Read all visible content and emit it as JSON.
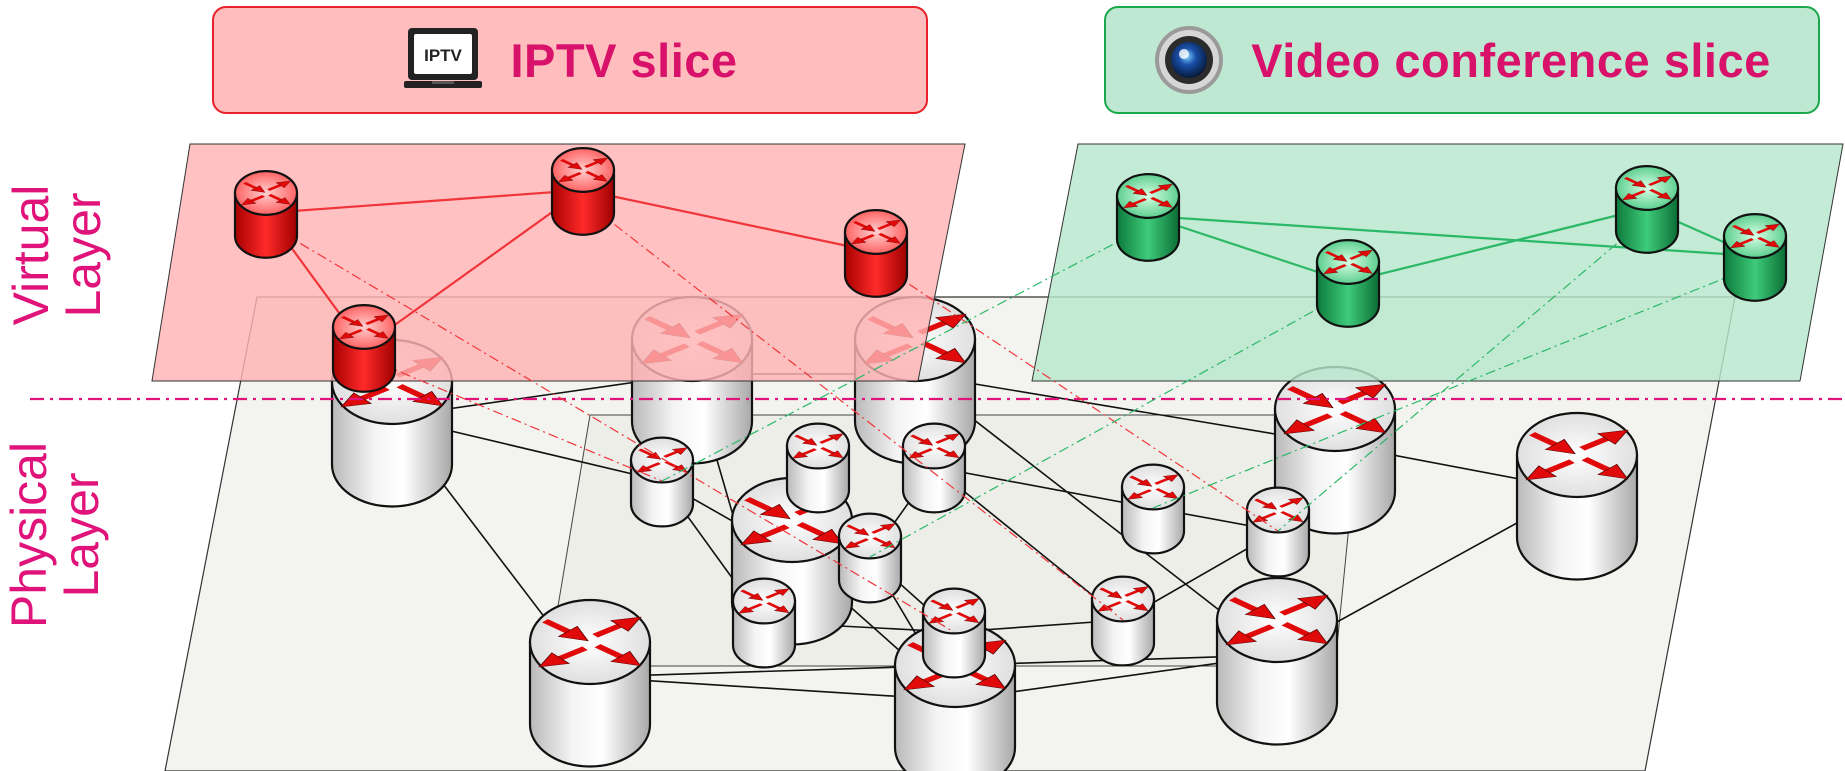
{
  "slices": {
    "iptv": {
      "title": "IPTV slice",
      "icon_text": "IPTV",
      "icon": "iptv-monitor-icon",
      "color": "#e8212a",
      "fill": "#ffbdbd"
    },
    "video": {
      "title": "Video conference slice",
      "icon": "camera-lens-icon",
      "color": "#1aa84b",
      "fill": "#bfe8d2"
    }
  },
  "layers": {
    "virtual": {
      "line1": "Virtual",
      "line2": "Layer"
    },
    "physical": {
      "line1": "Physical",
      "line2": "Layer"
    }
  },
  "colors": {
    "label": "#e0137a",
    "router_arrow": "#e10a0a",
    "router_body": "#eeeeee",
    "iptv_link": "#f0353a",
    "video_link": "#2bb868",
    "divider": "#e0137a",
    "physical_plane": "#f3f4ef"
  }
}
